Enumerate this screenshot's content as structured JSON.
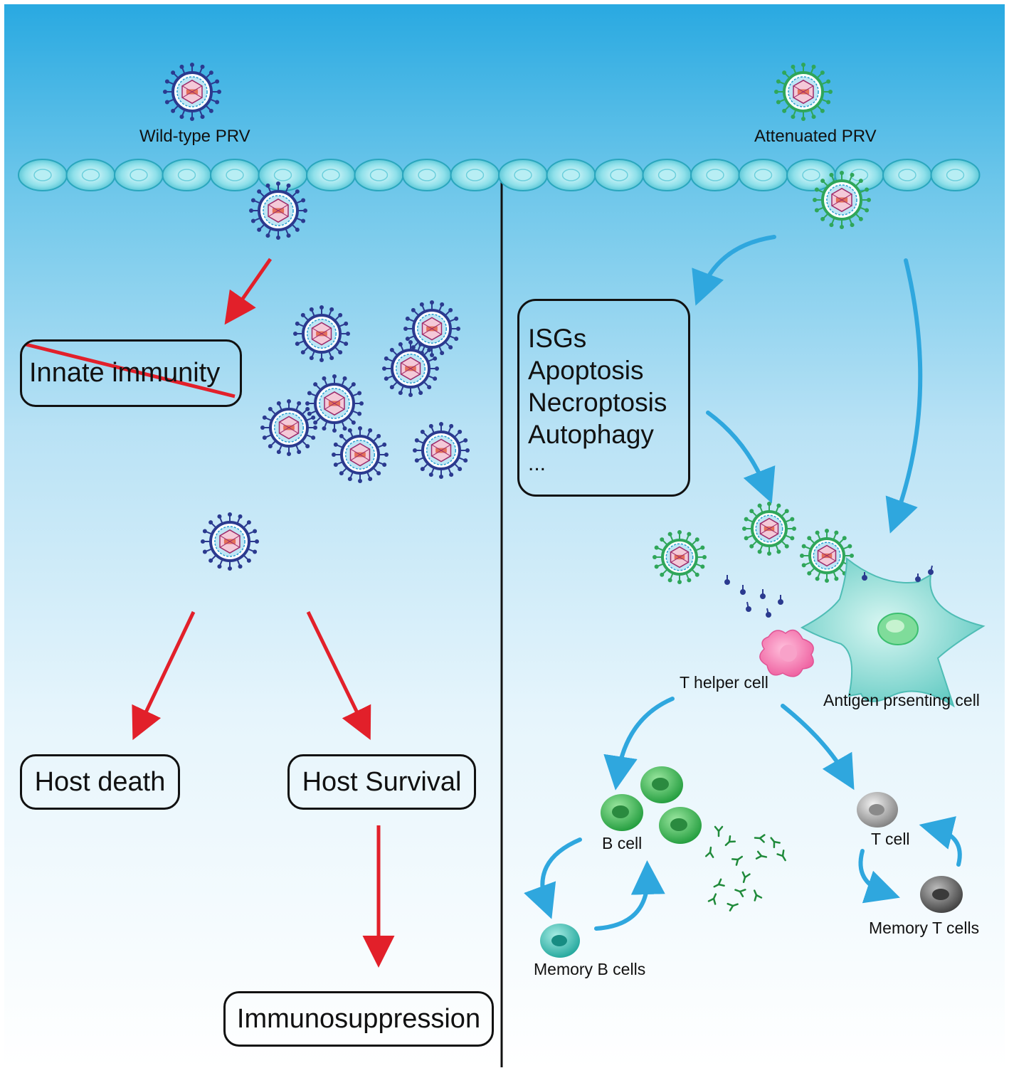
{
  "left": {
    "virus_label": "Wild-type PRV",
    "innate_box": "Innate immunity",
    "host_death": "Host death",
    "host_survival": "Host Survival",
    "immunosuppression": "Immunosuppression"
  },
  "right": {
    "virus_label": "Attenuated PRV",
    "responses": [
      "ISGs",
      "Apoptosis",
      "Necroptosis",
      "Autophagy",
      "..."
    ],
    "t_helper": "T helper cell",
    "apc": "Antigen prsenting cell",
    "b_cell": "B cell",
    "memory_b": "Memory B cells",
    "t_cell": "T cell",
    "memory_t": "Memory T cells"
  },
  "colors": {
    "wild_virus": "#2b3a8f",
    "attenuated_virus": "#2fa65a",
    "red_arrow": "#e2202a",
    "blue_arrow": "#2fa7de",
    "epithelium": "#5cc8d8",
    "b_cell": "#35b34a",
    "apc": "#7fd6d0",
    "t_helper": "#f06aa8",
    "t_cell": "#9a9a9a"
  }
}
